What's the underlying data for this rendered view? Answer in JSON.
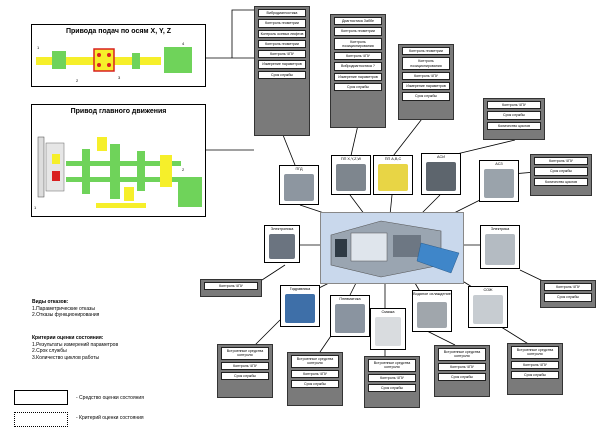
{
  "panels": {
    "feed_title": "Привода подач по осям X, Y, Z",
    "main_title": "Привод главного движения"
  },
  "groups": {
    "g1": [
      "Вибродиагностика",
      "Контроль геометрии",
      "Контроль осевых люфтов",
      "Контроль геометрии",
      "Контроль ЧПУ",
      "Измерение параметров",
      "Срок службы"
    ],
    "g2": [
      "Диагностика Заббе",
      "Контроль геометрии",
      "Контроль позиционирования",
      "Контроль ЧПУ",
      "Вибродиагностика ?",
      "Измерение параметров",
      "Срок службы"
    ],
    "g3": [
      "Контроль геометрии",
      "Контроль позиционирования",
      "Контроль ЧПУ",
      "Измерение параметров",
      "Срок службы"
    ],
    "g4": [
      "Контроль ЧПУ",
      "Срок службы",
      "Количество циклов"
    ],
    "g5": [
      "Контроль ЧПУ",
      "Срок службы",
      "Количество циклов"
    ],
    "g_cnc": [
      "Контроль ЧПУ"
    ],
    "g_el": [
      "Контроль ЧПУ",
      "Срок службы"
    ],
    "g_hyd": [
      "Встроенные средства контроля",
      "Контроль ЧПУ",
      "Срок службы"
    ],
    "g_pn": [
      "Встроенные средства контроля",
      "Контроль ЧПУ",
      "Срок службы"
    ],
    "g_lub": [
      "Встроенные средства контроля",
      "Контроль ЧПУ",
      "Срок службы"
    ],
    "g_cool": [
      "Встроенные средства контроля",
      "Контроль ЧПУ",
      "Срок службы"
    ],
    "g_soj": [
      "Встроенные средства контроля",
      "Контроль ЧПУ",
      "Срок службы"
    ]
  },
  "nodes": {
    "pgd": "ПГД",
    "pp1": "ПП X,Y,Z,W",
    "pp2": "ПП A,B,C",
    "asi": "АСИ",
    "asz": "АСЗ",
    "cnc": "Электроника",
    "elec": "Электрика",
    "hyd": "Гидравлика",
    "pneu": "Пневматика",
    "lub": "Смазка",
    "cool": "Водяное охлаждение",
    "soj": "СОЖ"
  },
  "legend": {
    "failures_title": "Виды отказов:",
    "failures": [
      "1.Параметрические отказы",
      "2.Отказы функционирования"
    ],
    "criteria_title": "Критерии оценки состояния:",
    "criteria": [
      "1.Результаты измерений параметров",
      "2.Срок службы",
      "3.Количество циклов работы"
    ],
    "item1": "- Средство оценки состояния",
    "item2": "- Критерий оценки состояния"
  },
  "colors": {
    "green": "#6fd35a",
    "yellow": "#f6ef2a",
    "red": "#d92020",
    "group_gray": "#7a7a7a",
    "machine_bg": "#c9d8ec"
  }
}
